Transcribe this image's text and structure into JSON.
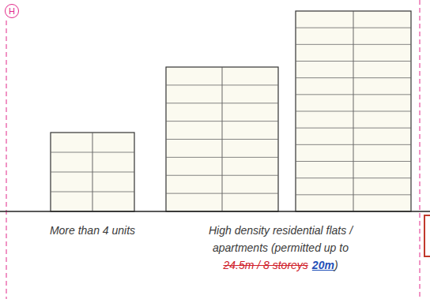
{
  "diagram": {
    "nodes": [
      {
        "text": [
          "H"
        ]
      }
    ],
    "labels": [
      "More than 4 units",
      "High density residential flats / apartments (permitted up to",
      "24.5m / 8 storeys",
      "20m",
      ")"
    ]
  }
}
